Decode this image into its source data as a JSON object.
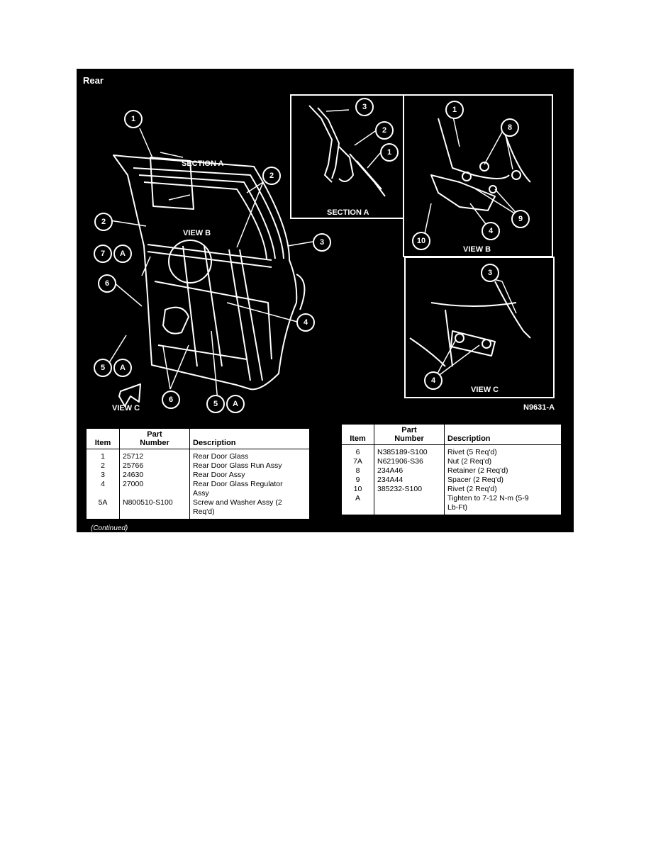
{
  "figure": {
    "title": "Rear",
    "code": "N9631-A",
    "continued": "(Continued)"
  },
  "labels": {
    "section_a_main": "SECTION A",
    "view_b_main": "VIEW B",
    "view_c_main": "VIEW C",
    "section_a_panel": "SECTION A",
    "view_b_panel": "VIEW B",
    "view_c_panel": "VIEW C"
  },
  "callouts": {
    "main": [
      "1",
      "2",
      "2",
      "3",
      "7",
      "A",
      "6",
      "4",
      "5",
      "A",
      "6",
      "5",
      "A"
    ],
    "section_a": [
      "3",
      "2",
      "1"
    ],
    "view_b": [
      "1",
      "8",
      "9",
      "4",
      "10"
    ],
    "view_c": [
      "3",
      "4"
    ]
  },
  "table_headers": {
    "item": "Item",
    "part_number_1": "Part",
    "part_number_2": "Number",
    "description": "Description"
  },
  "parts_left": [
    {
      "item": "1",
      "part": "25712",
      "desc": [
        "Rear Door Glass"
      ]
    },
    {
      "item": "2",
      "part": "25766",
      "desc": [
        "Rear Door Glass Run Assy"
      ]
    },
    {
      "item": "3",
      "part": "24630",
      "desc": [
        "Rear Door Assy"
      ]
    },
    {
      "item": "4",
      "part": "27000",
      "desc": [
        "Rear Door Glass Regulator",
        "Assy"
      ]
    },
    {
      "item": "5A",
      "part": "N800510-S100",
      "desc": [
        "Screw and Washer Assy (2",
        "Req'd)"
      ]
    }
  ],
  "parts_right": [
    {
      "item": "6",
      "part": "N385189-S100",
      "desc": [
        "Rivet (5 Req'd)"
      ]
    },
    {
      "item": "7A",
      "part": "N621906-S36",
      "desc": [
        "Nut (2 Req'd)"
      ]
    },
    {
      "item": "8",
      "part": "234A46",
      "desc": [
        "Retainer (2 Req'd)"
      ]
    },
    {
      "item": "9",
      "part": "234A44",
      "desc": [
        "Spacer (2 Req'd)"
      ]
    },
    {
      "item": "10",
      "part": "385232-S100",
      "desc": [
        "Rivet (2 Req'd)"
      ]
    },
    {
      "item": "A",
      "part": "",
      "desc": [
        "Tighten to 7-12 N-m (5-9",
        "Lb-Ft)"
      ]
    }
  ]
}
